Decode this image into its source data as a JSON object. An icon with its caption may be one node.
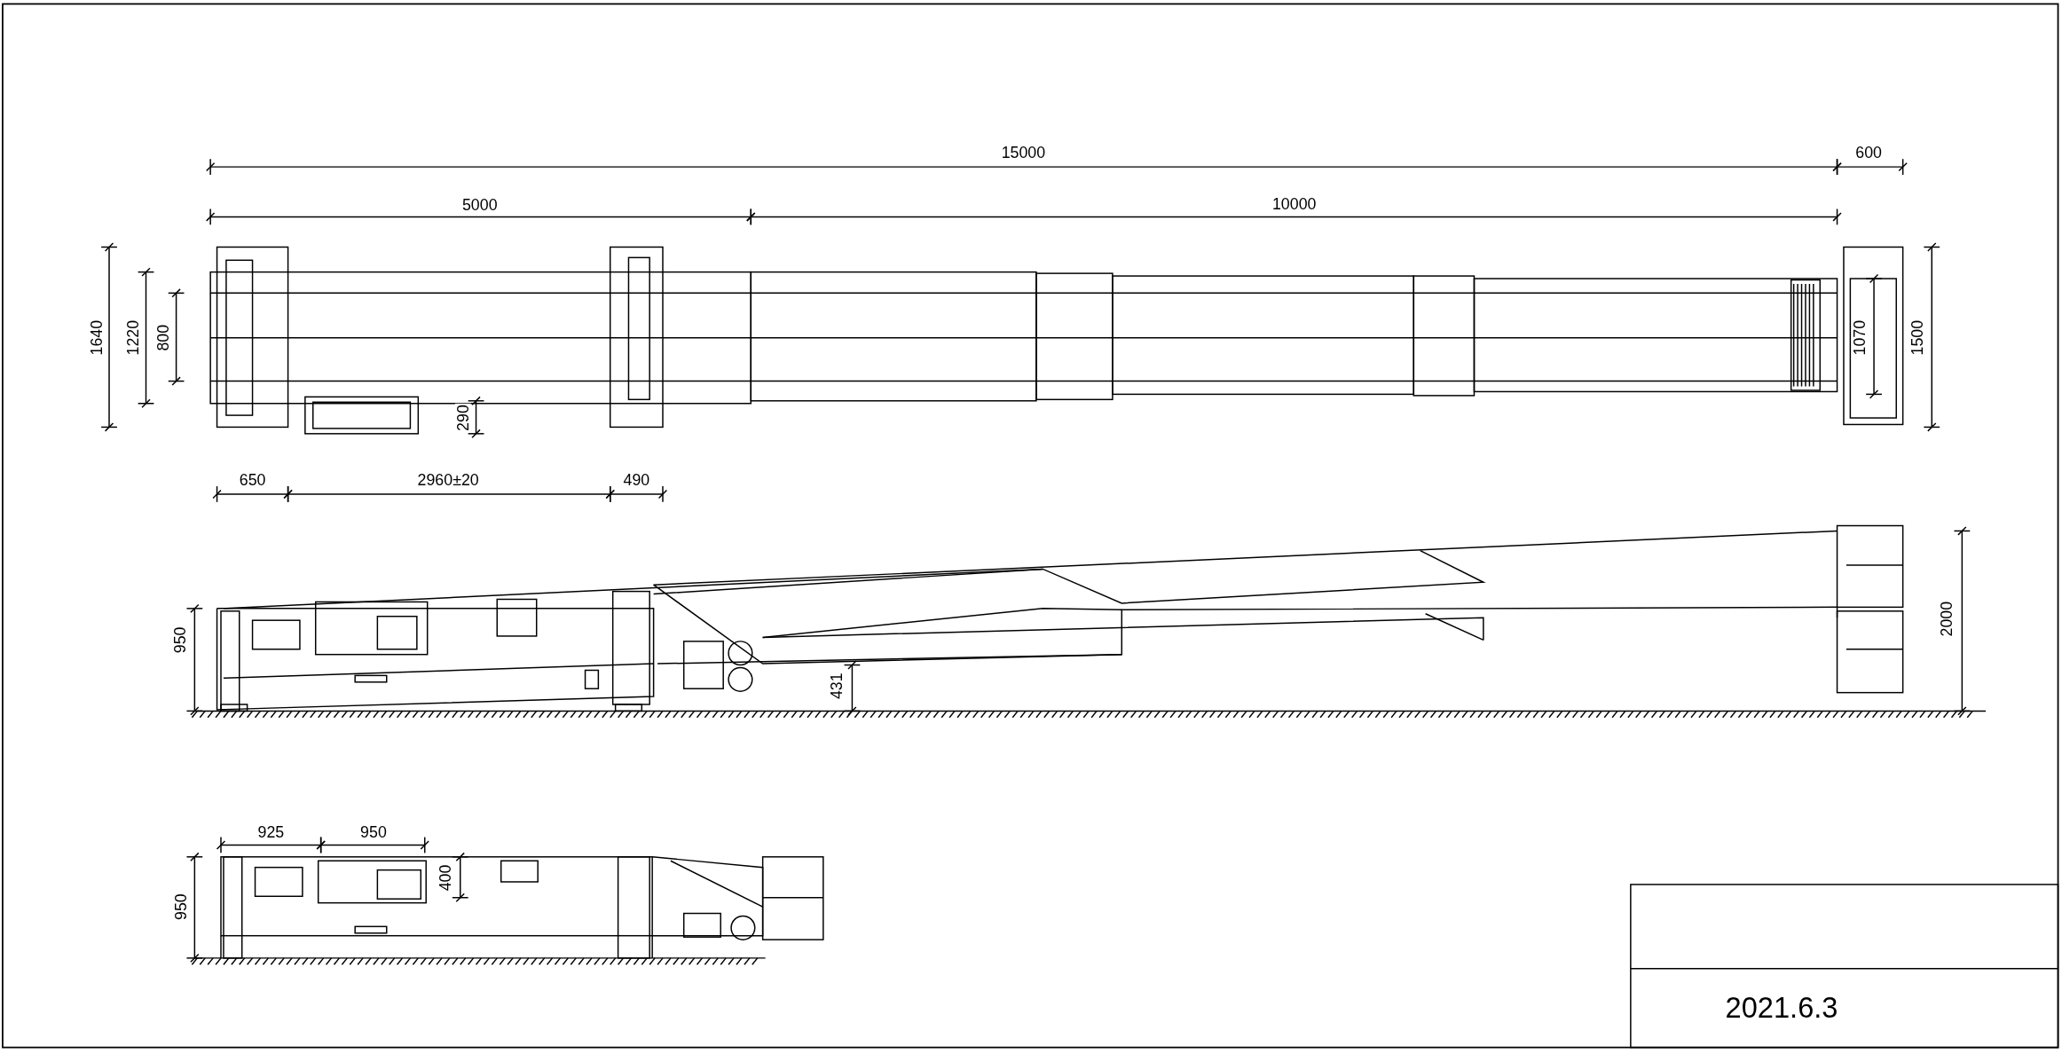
{
  "diagram": {
    "labels": [
      "15000",
      "600",
      "5000",
      "10000",
      "1640",
      "1220",
      "800",
      "1070",
      "1500",
      "290",
      "650",
      "2960±20",
      "490",
      "950",
      "431",
      "2000",
      "925",
      "950",
      "400",
      "950",
      "2021.6.3"
    ]
  }
}
